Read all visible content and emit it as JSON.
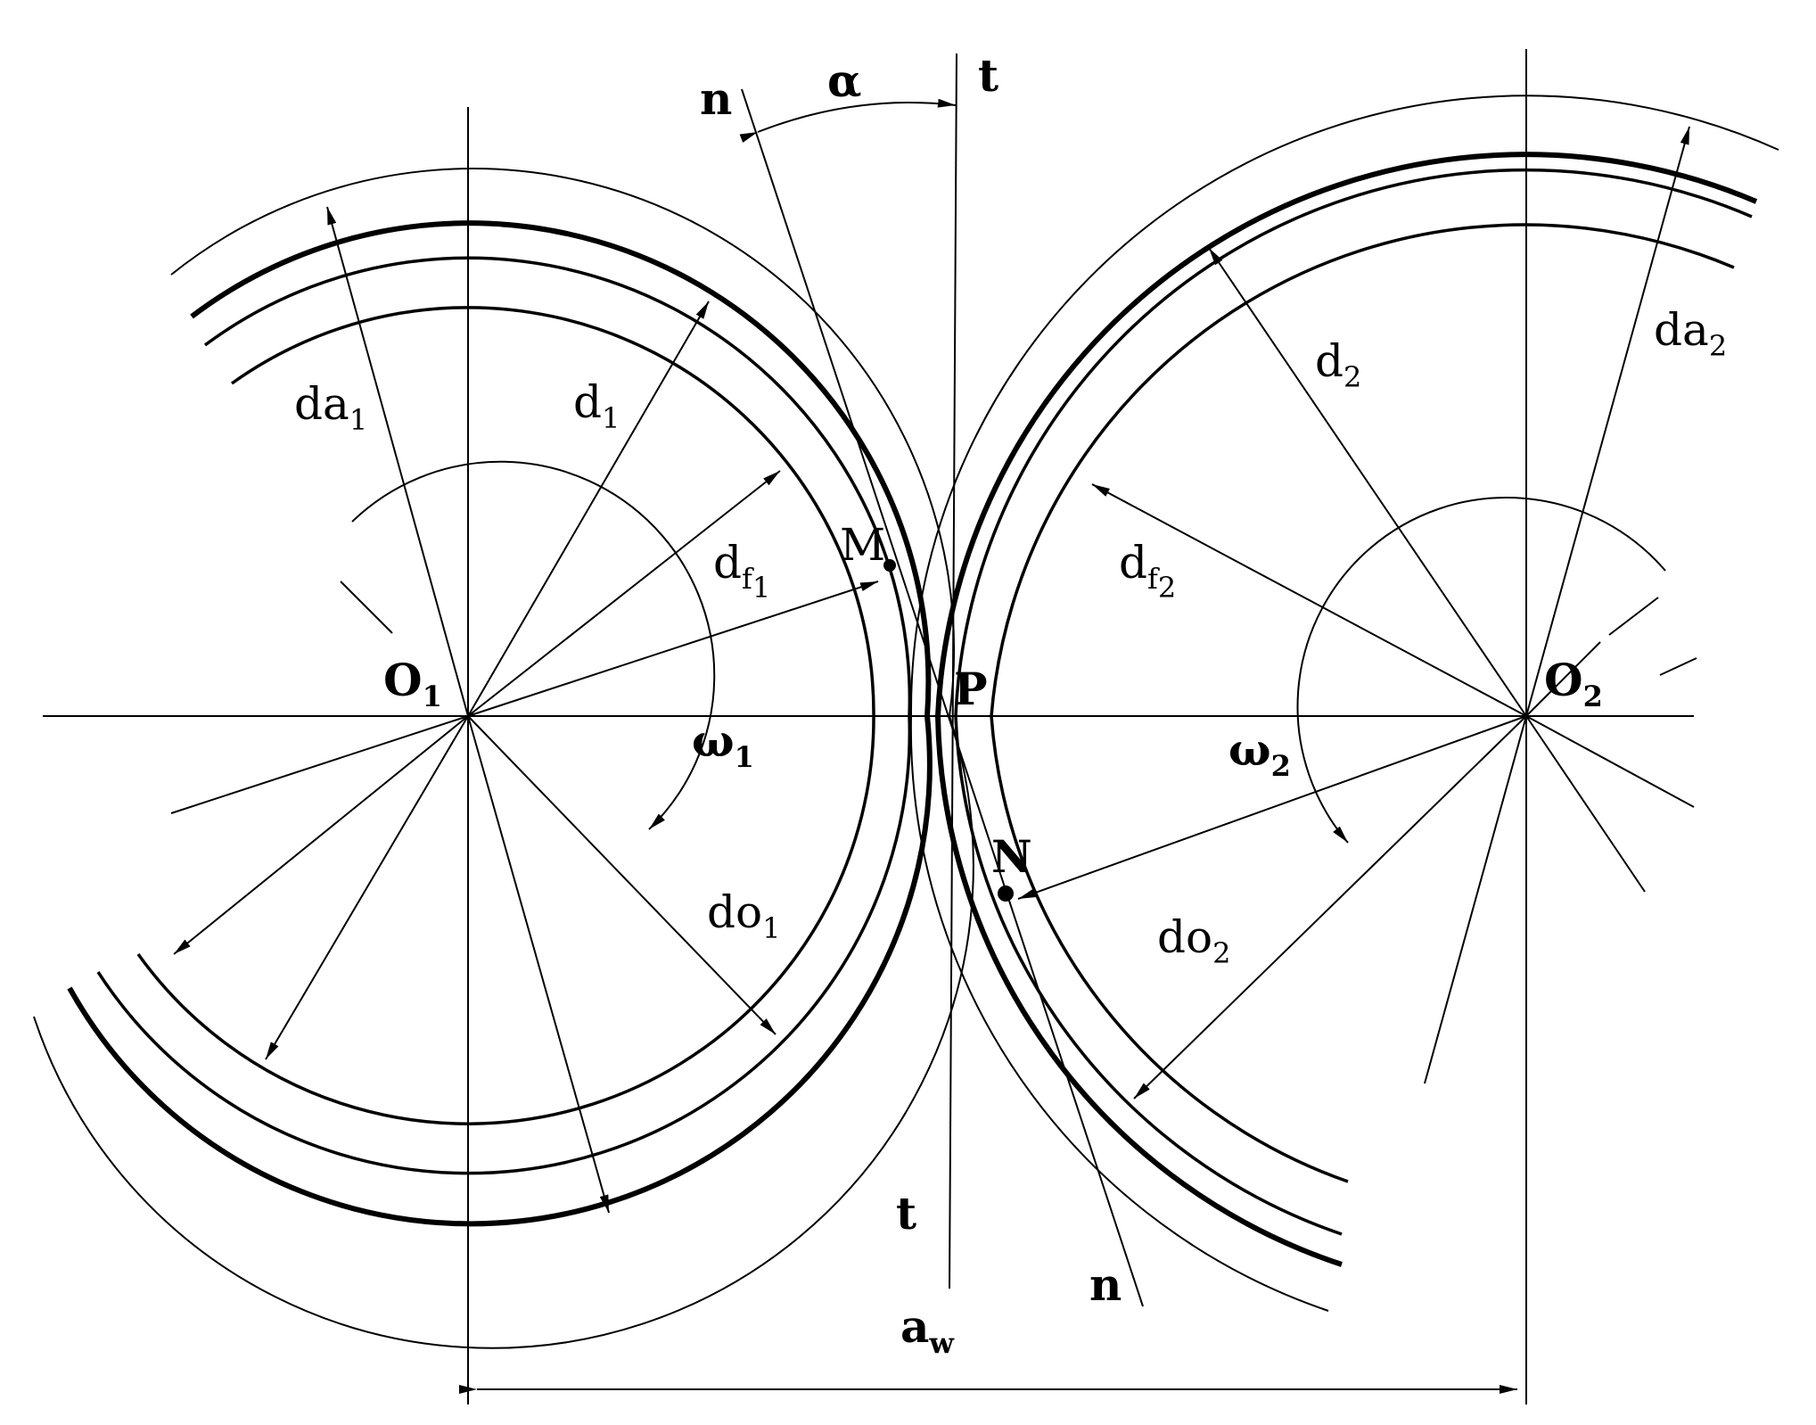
{
  "labels": {
    "n_top": "n",
    "alpha": "α",
    "t_top": "t",
    "da1_main": "da",
    "da1_sub": "1",
    "d1_main": "d",
    "d1_sub": "1",
    "df1_main": "d",
    "df1_sub": "f",
    "df1_subsub": "1",
    "M": "M",
    "P": "P",
    "N": "N",
    "O1_main": "O",
    "O1_sub": "1",
    "omega1_main": "ω",
    "omega1_sub": "1",
    "do1_main": "do",
    "do1_sub": "1",
    "d2_main": "d",
    "d2_sub": "2",
    "da2_main": "da",
    "da2_sub": "2",
    "df2_main": "d",
    "df2_sub": "f",
    "df2_subsub": "2",
    "O2_main": "O",
    "O2_sub": "2",
    "omega2_main": "ω",
    "omega2_sub": "2",
    "do2_main": "do",
    "do2_sub": "2",
    "t_bottom": "t",
    "n_bottom": "n",
    "aw_main": "a",
    "aw_sub": "w"
  }
}
